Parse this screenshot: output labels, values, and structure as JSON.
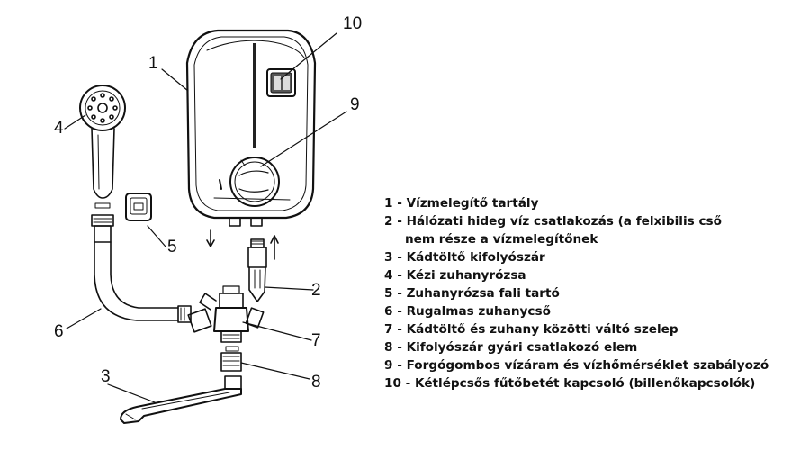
{
  "callouts": {
    "c1": "1",
    "c2": "2",
    "c3": "3",
    "c4": "4",
    "c5": "5",
    "c6": "6",
    "c7": "7",
    "c8": "8",
    "c9": "9",
    "c10": "10"
  },
  "legend": [
    "1 - Vízmelegítő tartály",
    "2 - Hálózati hideg víz csatlakozás (a felxibilis cső",
    "nem része a vízmelegítőnek",
    "3 - Kádtöltő kifolyószár",
    "4 - Kézi zuhanyrózsa",
    "5 - Zuhanyrózsa fali tartó",
    "6 - Rugalmas zuhanycső",
    "7 - Kádtöltő és zuhany közötti váltó szelep",
    "8 - Kifolyószár gyári csatlakozó elem",
    "9 - Forgógombos vízáram és vízhőmérséklet szabályozó",
    "10 - Kétlépcsős fűtőbetét kapcsoló (billenőkapcsolók)"
  ],
  "icons": {
    "heater": "water-heater-tank-icon",
    "shower_head": "hand-shower-icon",
    "holder": "wall-holder-icon",
    "valve": "diverter-valve-icon",
    "spout": "bath-spout-icon"
  }
}
